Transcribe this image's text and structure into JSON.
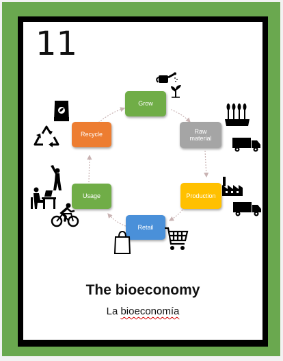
{
  "card": {
    "number": "11",
    "title": "The bioeconomy",
    "subtitle_prefix": "La ",
    "subtitle_word": "bioeconomía"
  },
  "nodes": {
    "grow": {
      "label": "Grow",
      "color": "#70ad47"
    },
    "raw_material": {
      "label_line1": "Raw",
      "label_line2": "material",
      "color": "#a5a5a5"
    },
    "production": {
      "label": "Production",
      "color": "#ffc000"
    },
    "retail": {
      "label": "Retail",
      "color": "#4a90d9"
    },
    "usage": {
      "label": "Usage",
      "color": "#70ad47"
    },
    "recycle": {
      "label": "Recycle",
      "color": "#ed7d31"
    }
  },
  "icons": [
    "watering-can-plant-icon",
    "wheat-field-icon",
    "delivery-truck-icon",
    "factory-icon",
    "shopping-cart-icon",
    "shopping-bag-icon",
    "cyclist-icon",
    "desk-worker-icon",
    "cricket-player-icon",
    "recycle-icon",
    "compost-bag-icon"
  ]
}
